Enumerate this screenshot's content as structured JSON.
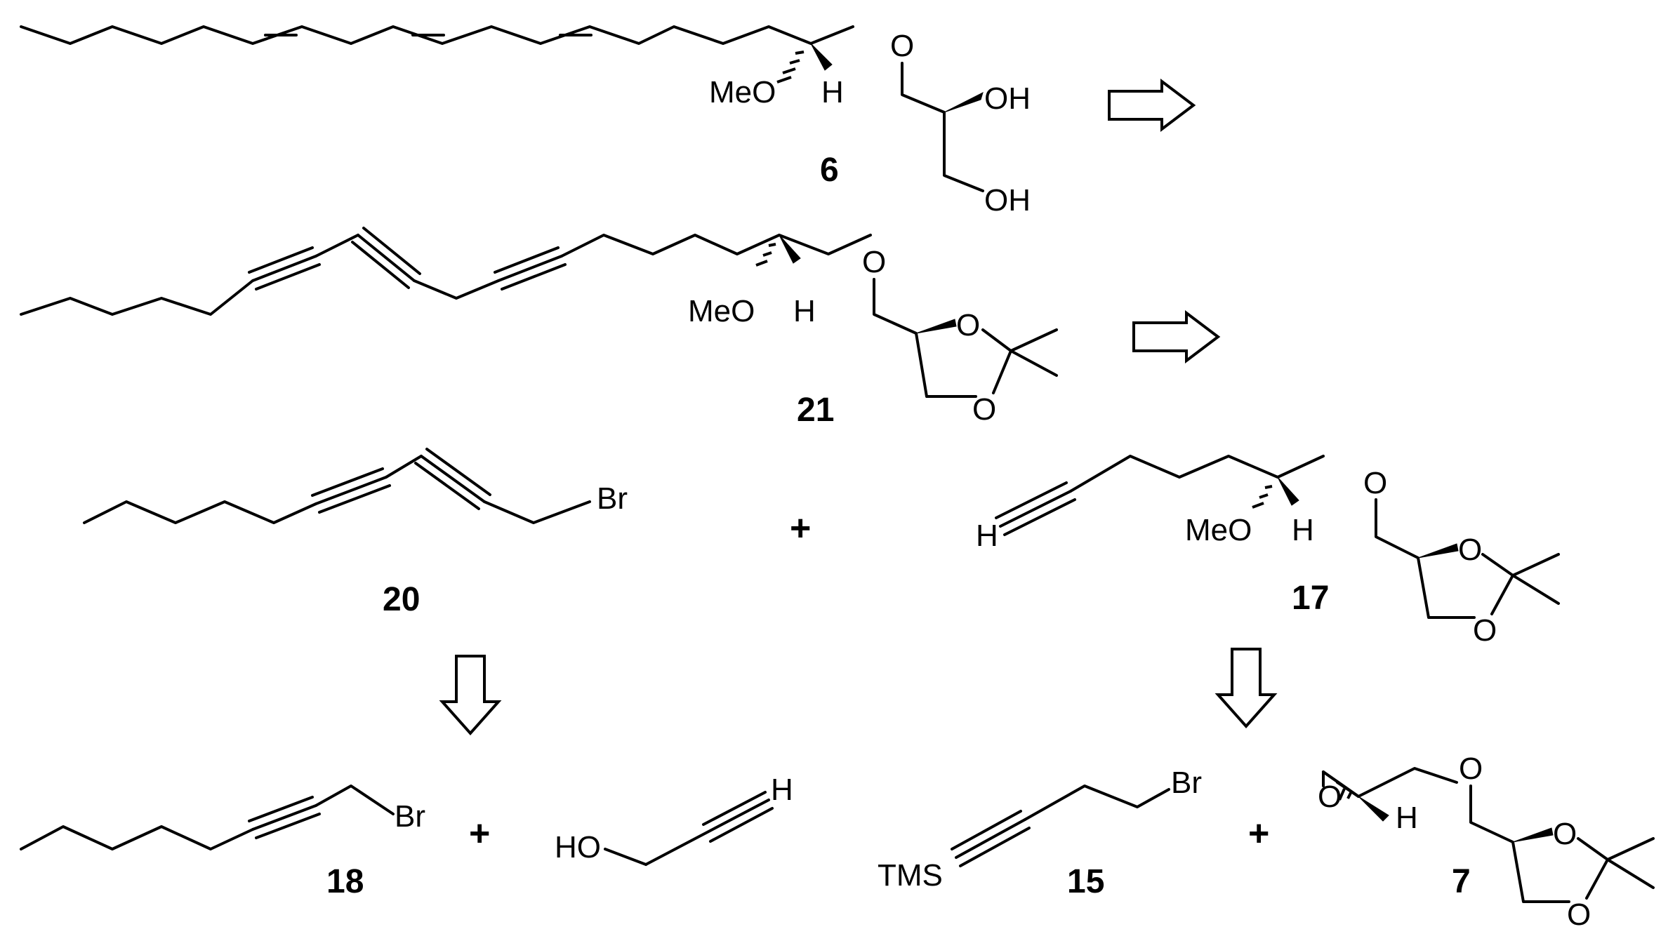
{
  "compounds": {
    "c6": {
      "number": "6",
      "labels": {
        "meo": "MeO",
        "h": "H",
        "o_ether": "O",
        "oh1": "OH",
        "oh2": "OH"
      }
    },
    "c21": {
      "number": "21",
      "labels": {
        "meo": "MeO",
        "h": "H",
        "o_ether": "O",
        "o_ring1": "O",
        "o_ring2": "O"
      }
    },
    "c20": {
      "number": "20",
      "labels": {
        "br": "Br"
      }
    },
    "c17": {
      "number": "17",
      "labels": {
        "h_alkyne": "H",
        "meo": "MeO",
        "h": "H",
        "o_ether": "O",
        "o_ring1": "O",
        "o_ring2": "O"
      }
    },
    "c18": {
      "number": "18",
      "labels": {
        "br": "Br"
      }
    },
    "propargyl": {
      "labels": {
        "ho": "HO",
        "h": "H"
      }
    },
    "c15": {
      "number": "15",
      "labels": {
        "tms": "TMS",
        "br": "Br"
      }
    },
    "c7": {
      "number": "7",
      "labels": {
        "o_epoxide": "O",
        "h": "H",
        "o_ether": "O",
        "o_ring1": "O",
        "o_ring2": "O"
      }
    }
  },
  "operators": {
    "plus_mid": "+",
    "plus_bl": "+",
    "plus_br": "+"
  },
  "arrows": [
    "retrosynthetic-right",
    "retrosynthetic-right",
    "retrosynthetic-down",
    "retrosynthetic-down"
  ]
}
